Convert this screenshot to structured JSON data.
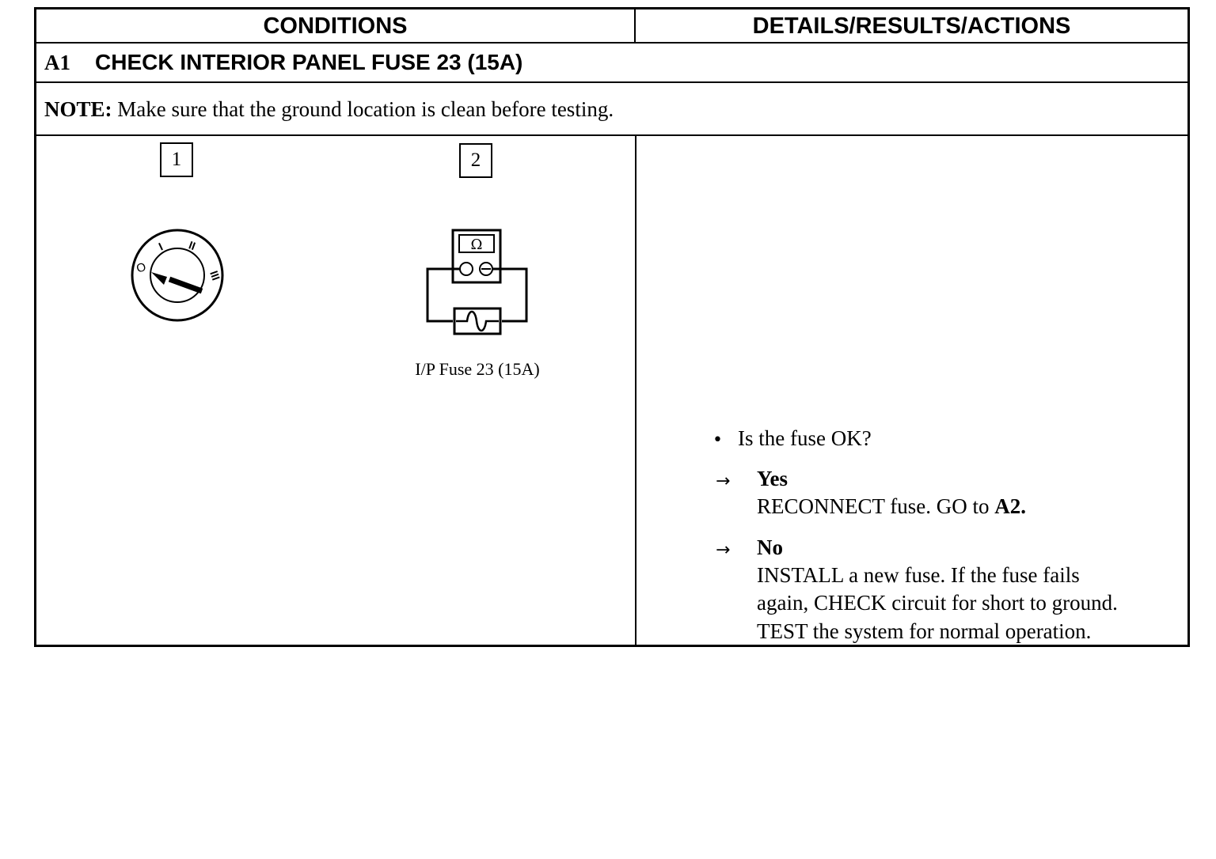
{
  "table": {
    "header_conditions": "CONDITIONS",
    "header_details": "DETAILS/RESULTS/ACTIONS",
    "step_number": "A1",
    "step_title": "CHECK INTERIOR PANEL FUSE 23 (15A)",
    "note_label": "NOTE:",
    "note_text": " Make sure that the ground location is clean before testing."
  },
  "conditions": {
    "step1_label": "1",
    "step1_icon": "ignition-switch-off-icon",
    "step1_positions": [
      "O",
      "I",
      "II",
      "III"
    ],
    "step2_label": "2",
    "step2_icon": "ohmmeter-fuse-icon",
    "meter_symbol": "Ω",
    "step2_caption": "I/P Fuse 23 (15A)"
  },
  "results": {
    "question_bullet": "•",
    "question": "Is the fuse OK?",
    "arrow": "→",
    "yes_label": "Yes",
    "yes_action_text": "RECONNECT fuse. GO to ",
    "yes_action_ref": "A2.",
    "no_label": "No",
    "no_action_line1": "INSTALL a new fuse. If the fuse fails",
    "no_action_line2": "again, CHECK circuit for short to ground.",
    "no_action_line3": "TEST the system for normal operation."
  }
}
